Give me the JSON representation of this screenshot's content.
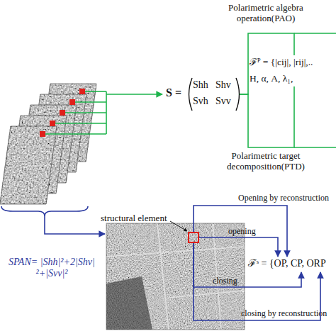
{
  "diagram": {
    "nodes": [
      {
        "text": [
          "S =",
          "Shh",
          "Shv",
          "Svh",
          "Svv"
        ]
      },
      {
        "text": [
          "ℱᴾ = {|cij|, |rij|,..",
          "H, α, A, λ₁,"
        ]
      },
      {
        "text": [
          "ℱˢ = {OP, CP, ORP"
        ]
      },
      {
        "text": [
          "structural element"
        ]
      }
    ],
    "edges": [
      {
        "from": 0,
        "to": 1,
        "label": "Polarimetric algebra operation(PAO)",
        "arrow": "none"
      },
      {
        "from": 0,
        "to": 1,
        "label": "Polarimetric target decomposition(PTD)",
        "arrow": "none"
      },
      {
        "from": 3,
        "to": 2,
        "label": "Opening by reconstruction",
        "arrow": "to"
      },
      {
        "from": 3,
        "to": 2,
        "label": "opening",
        "arrow": "to"
      },
      {
        "from": 3,
        "to": 2,
        "label": "closing",
        "arrow": "to"
      },
      {
        "from": 3,
        "to": 2,
        "label": "closing by reconstruction",
        "arrow": "to"
      }
    ],
    "labels": [
      "SPAN= |Shh|²+2|Shv|²+|Svv|²"
    ]
  }
}
